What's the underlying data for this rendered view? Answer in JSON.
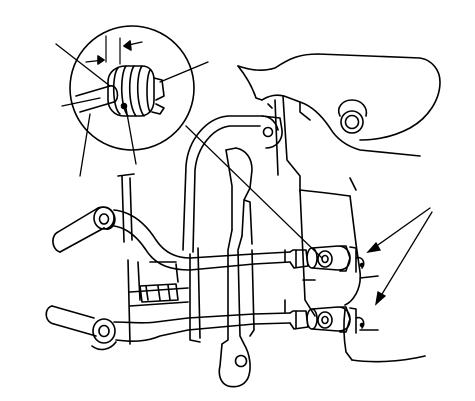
{
  "figure": {
    "background": "#ffffff",
    "line_color": "#000000"
  },
  "callouts": {
    "count": 7
  },
  "components": [
    {
      "id": "detail-magnifier",
      "icon": "hose-clamp-detail"
    },
    {
      "id": "upper-hose",
      "icon": "hose"
    },
    {
      "id": "lower-hose",
      "icon": "hose"
    },
    {
      "id": "pipe-bracket",
      "icon": "bracket"
    },
    {
      "id": "upper-fitting",
      "icon": "pipe-fitting"
    },
    {
      "id": "lower-fitting",
      "icon": "pipe-fitting"
    },
    {
      "id": "body-panel",
      "icon": "housing"
    }
  ]
}
